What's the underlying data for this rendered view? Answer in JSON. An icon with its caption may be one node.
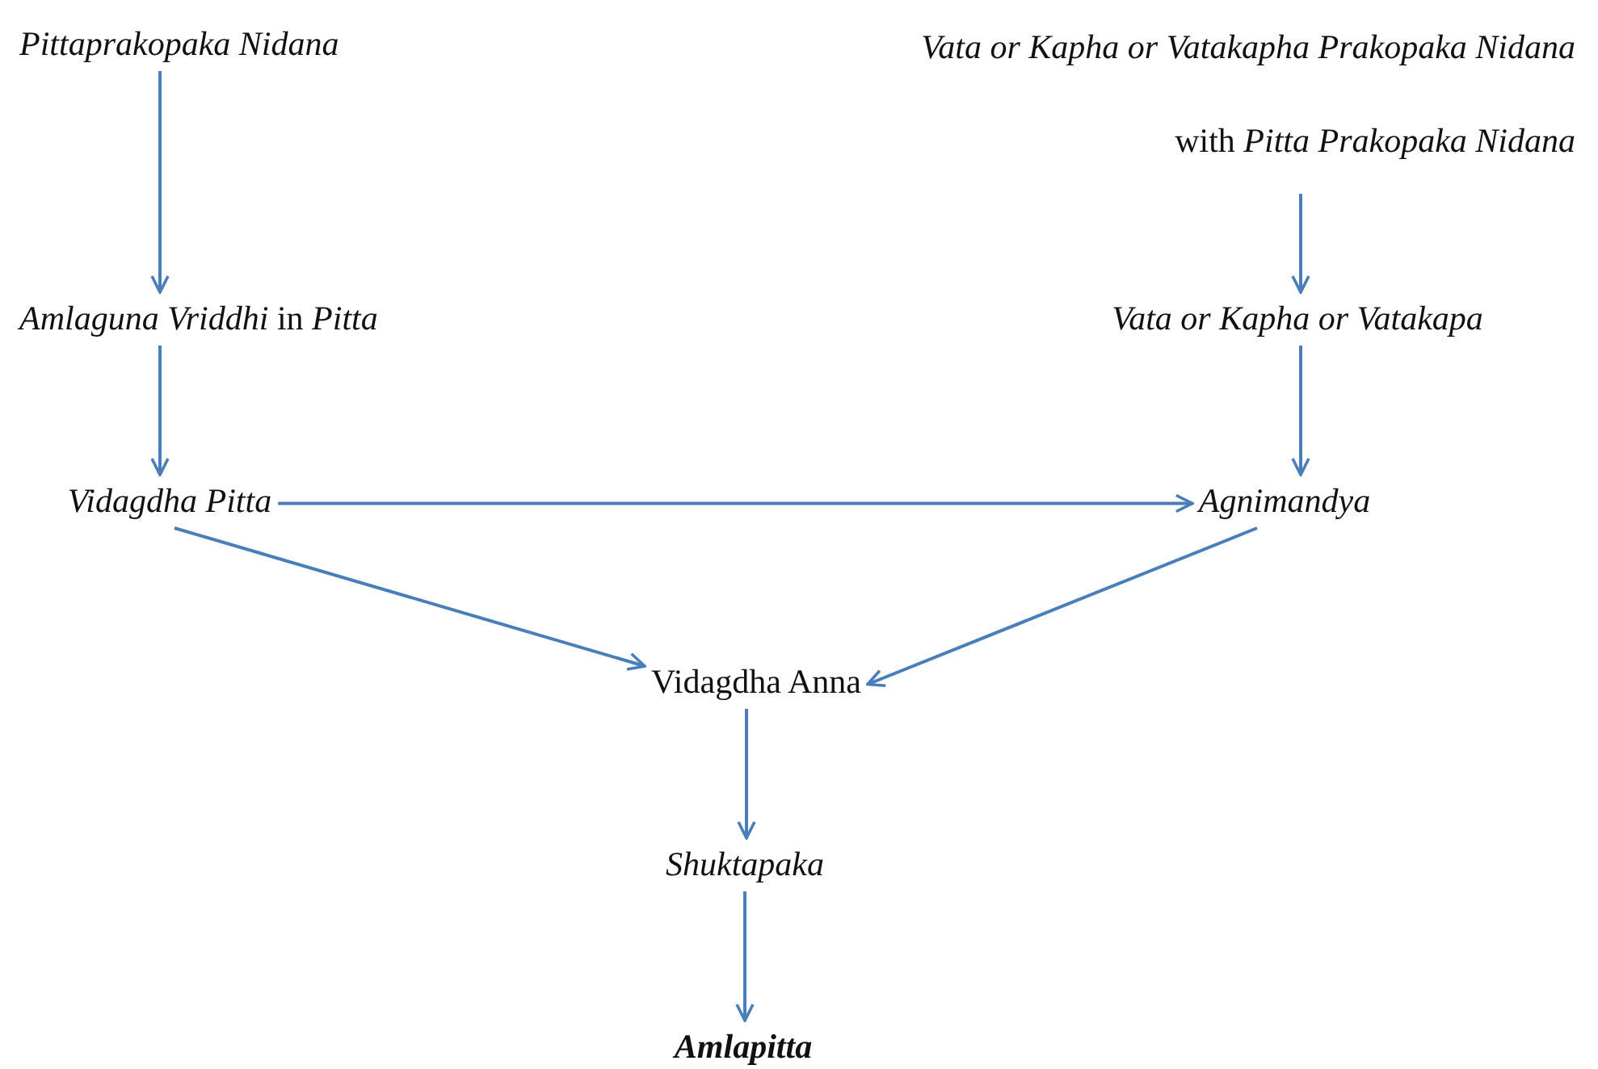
{
  "diagram": {
    "nodes": [
      {
        "text": [
          "Pittaprakopaka Nidana"
        ]
      },
      {
        "text": [
          "*Vata or Kapha or Vatakapha Prakopaka Nidana* with *Pitta Prakopaka Nidana*"
        ]
      },
      {
        "text": [
          "*Amlaguna Vriddhi* in *Pitta*"
        ]
      },
      {
        "text": [
          "Vata or Kapha or Vatakapa"
        ]
      },
      {
        "text": [
          "Vidagdha Pitta"
        ]
      },
      {
        "text": [
          "Agnimandya"
        ]
      },
      {
        "text": [
          "Vidagdha Anna"
        ]
      },
      {
        "text": [
          "Shuktapaka"
        ]
      },
      {
        "text": [
          "Amlapitta"
        ]
      }
    ],
    "edges": [
      {
        "from": 0,
        "to": 2,
        "arrow": "to"
      },
      {
        "from": 1,
        "to": 3,
        "arrow": "to"
      },
      {
        "from": 2,
        "to": 4,
        "arrow": "to"
      },
      {
        "from": 3,
        "to": 5,
        "arrow": "to"
      },
      {
        "from": 4,
        "to": 5,
        "arrow": "to"
      },
      {
        "from": 4,
        "to": 6,
        "arrow": "to"
      },
      {
        "from": 5,
        "to": 6,
        "arrow": "to"
      },
      {
        "from": 6,
        "to": 7,
        "arrow": "to"
      },
      {
        "from": 7,
        "to": 8,
        "arrow": "to"
      }
    ]
  }
}
